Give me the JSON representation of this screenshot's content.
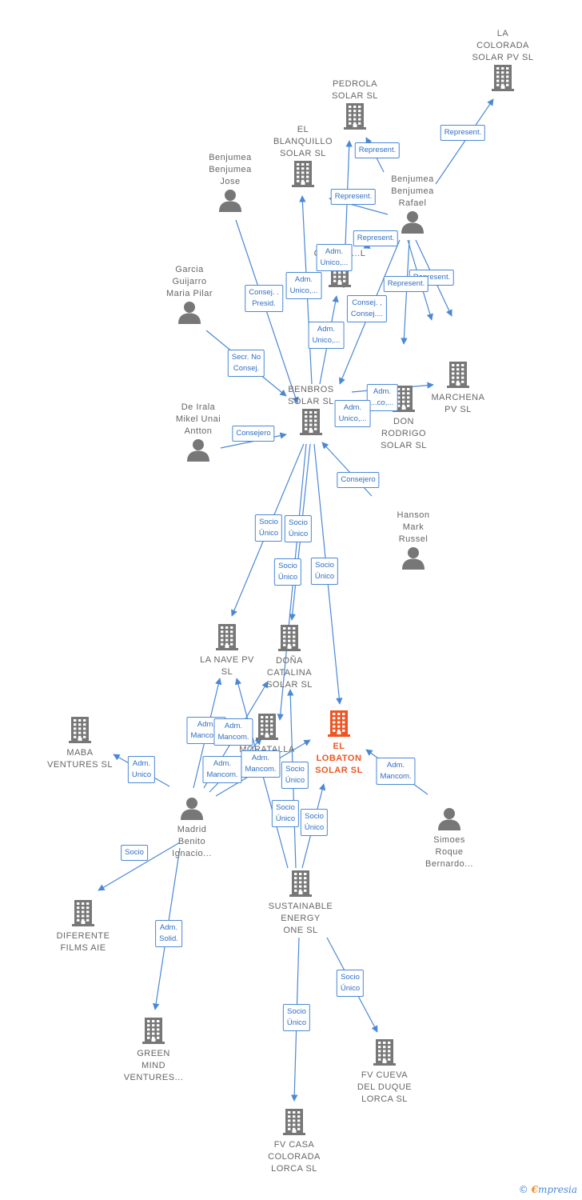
{
  "colors": {
    "edge": "#4a88d6",
    "node": "#777777",
    "focus": "#ee5522"
  },
  "nodes": [
    {
      "id": "la_colorada",
      "type": "company",
      "label": "LA\nCOLORADA\nSOLAR PV  SL"
    },
    {
      "id": "pedrola",
      "type": "company",
      "label": "PEDROLA\nSOLAR  SL"
    },
    {
      "id": "el_blanquillo",
      "type": "company",
      "label": "EL\nBLANQUILLO\nSOLAR  SL"
    },
    {
      "id": "benjumea_jose",
      "type": "person",
      "label": "Benjumea\nBenjumea\nJose"
    },
    {
      "id": "benjumea_rafael",
      "type": "person",
      "label": "Benjumea\nBenjumea\nRafael"
    },
    {
      "id": "canaveral",
      "type": "company",
      "label": "CAÑAVE...L"
    },
    {
      "id": "garcia",
      "type": "person",
      "label": "Garcia\nGuijarro\nMaria Pilar"
    },
    {
      "id": "marchena",
      "type": "company",
      "label": "MARCHENA\nPV  SL"
    },
    {
      "id": "don_rodrigo",
      "type": "company",
      "label": "DON\nRODRIGO\nSOLAR  SL"
    },
    {
      "id": "benbros",
      "type": "company",
      "label": "BENBROS\nSOLAR  SL"
    },
    {
      "id": "de_irala",
      "type": "person",
      "label": "De Irala\nMikel Unai\nAntton"
    },
    {
      "id": "hanson",
      "type": "person",
      "label": "Hanson\nMark\nRussel"
    },
    {
      "id": "la_nave",
      "type": "company",
      "label": "LA NAVE PV\nSL"
    },
    {
      "id": "dona_catalina",
      "type": "company",
      "label": "DOÑA\nCATALINA\nSOLAR  SL"
    },
    {
      "id": "moratalla",
      "type": "company",
      "label": "MORATALLA"
    },
    {
      "id": "el_lobaton",
      "type": "company",
      "label": "EL\nLOBATON\nSOLAR  SL",
      "focus": true
    },
    {
      "id": "maba",
      "type": "company",
      "label": "MABA\nVENTURES  SL"
    },
    {
      "id": "madrid_benito",
      "type": "person",
      "label": "Madrid\nBenito\nIgnacio..."
    },
    {
      "id": "simoes",
      "type": "person",
      "label": "Simoes\nRoque\nBernardo..."
    },
    {
      "id": "sustainable",
      "type": "company",
      "label": "SUSTAINABLE\nENERGY\nONE  SL"
    },
    {
      "id": "diferente",
      "type": "company",
      "label": "DIFERENTE\nFILMS  AIE"
    },
    {
      "id": "green_mind",
      "type": "company",
      "label": "GREEN\nMIND\nVENTURES..."
    },
    {
      "id": "fv_cueva",
      "type": "company",
      "label": "FV CUEVA\nDEL DUQUE\nLORCA SL"
    },
    {
      "id": "fv_casa",
      "type": "company",
      "label": "FV CASA\nCOLORADA\nLORCA SL"
    }
  ],
  "edge_labels": [
    "Represent.",
    "Represent.",
    "Represent.",
    "Represent.",
    "Represent.",
    "Represent.",
    "Adm.\nUnico,...",
    "Adm.\nUnico,...",
    "Consej. ,\nConsej....",
    "Consej. .\nPresid.",
    "Adm.\nUnico,...",
    "Adm.\n...co,...",
    "Adm.\nUnico,...",
    "Secr.  No\nConsej.",
    "Consejero",
    "Consejero",
    "Socio\nÚnico",
    "Socio\nÚnico",
    "Socio\nÚnico",
    "Socio\nÚnico",
    "Adm.\nMancom.",
    "Adm.\nMancom.",
    "Adm.\nMancom.",
    "Adm.\nMancom.",
    "Adm.\nMancom.",
    "Adm.\nUnico",
    "Socio\nÚnico",
    "Socio\nÚnico",
    "Socio\nÚnico",
    "Socio",
    "Adm.\nSolid.",
    "Socio\nÚnico",
    "Socio\nÚnico"
  ],
  "brand": {
    "copyright": "©",
    "e": "€",
    "name": "mpresia"
  }
}
